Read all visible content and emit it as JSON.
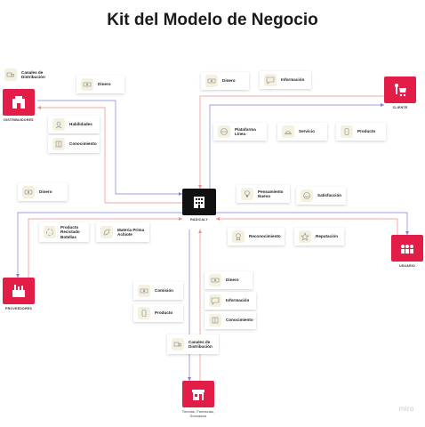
{
  "title": "Kit del Modelo de Negocio",
  "watermark": "miro",
  "nodes": {
    "distribuidores": "DISTRIBUIDORES",
    "cliente": "CLIENTE",
    "empresa": "RADICALY",
    "usuario": "USUARIO",
    "proveedores": "PROVEEDORES",
    "tiendas": "Tiendas, Farmacias, Gimnasios"
  },
  "cards": {
    "canales_top": "Canales de Distribución",
    "dinero_dist": "Dinero",
    "habilidades": "Habilidades",
    "conocimiento_dist": "Conocimiento",
    "dinero_left": "Dinero",
    "dinero_cliente": "Dinero",
    "informacion_cliente": "Información",
    "plataforma": "Plataforma Línea",
    "servicio": "Servicio",
    "producto_cliente": "Producto",
    "pensamiento": "Pensamiento Nuevo",
    "satisfaccion": "Satisfacción",
    "reconocimiento": "Reconocimiento",
    "reputacion": "Reputación",
    "producto_reciclado": "Producto Reciclado Botellas",
    "materia_prima": "Materia Prima Achiote",
    "comision": "Comisión",
    "producto_bottom": "Producto",
    "dinero_bottom": "Dinero",
    "informacion_bottom": "Información",
    "conocimiento_bottom": "Conocimiento",
    "canales_bottom": "Canales de Distribución"
  },
  "colors": {
    "accent_red": "#e11d48",
    "line_red": "#f28b82",
    "line_blue": "#7b7fd8",
    "icon_bg": "#f4f1e0"
  },
  "icons": {
    "money": "money-icon",
    "info": "chat-info-icon",
    "product": "product-icon",
    "service": "service-icon",
    "idea": "idea-icon",
    "star": "star-icon",
    "truck": "truck-icon",
    "recycle": "recycle-icon"
  }
}
